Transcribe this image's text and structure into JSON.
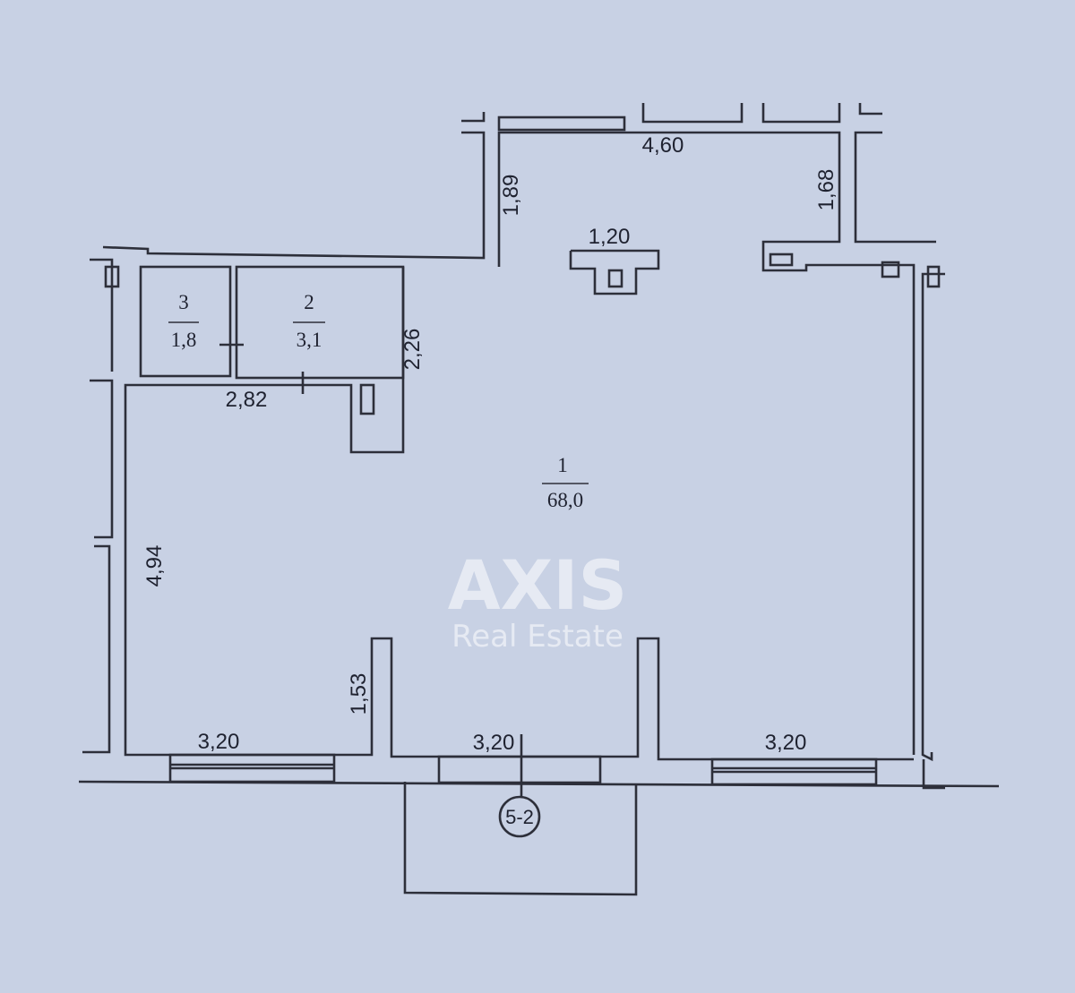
{
  "rooms": [
    {
      "number": "1",
      "area": "68,0"
    },
    {
      "number": "2",
      "area": "3,1"
    },
    {
      "number": "3",
      "area": "1,8"
    }
  ],
  "dimensions": {
    "top_alcove_width": "4,60",
    "alcove_left_height": "1,89",
    "alcove_right_height": "1,68",
    "column_width": "1,20",
    "corridor_wall_height": "2,26",
    "corridor_width": "2,82",
    "left_wall_height": "4,94",
    "pier_height": "1,53",
    "bottom_left_width": "3,20",
    "bottom_center_width": "3,20",
    "bottom_right_width": "3,20"
  },
  "axis_marker": "5-2",
  "watermark": {
    "brand": "AXIS",
    "sub": "Real Estate"
  },
  "colors": {
    "paper": "#c8d1e4",
    "ink": "#2d2f3a"
  }
}
